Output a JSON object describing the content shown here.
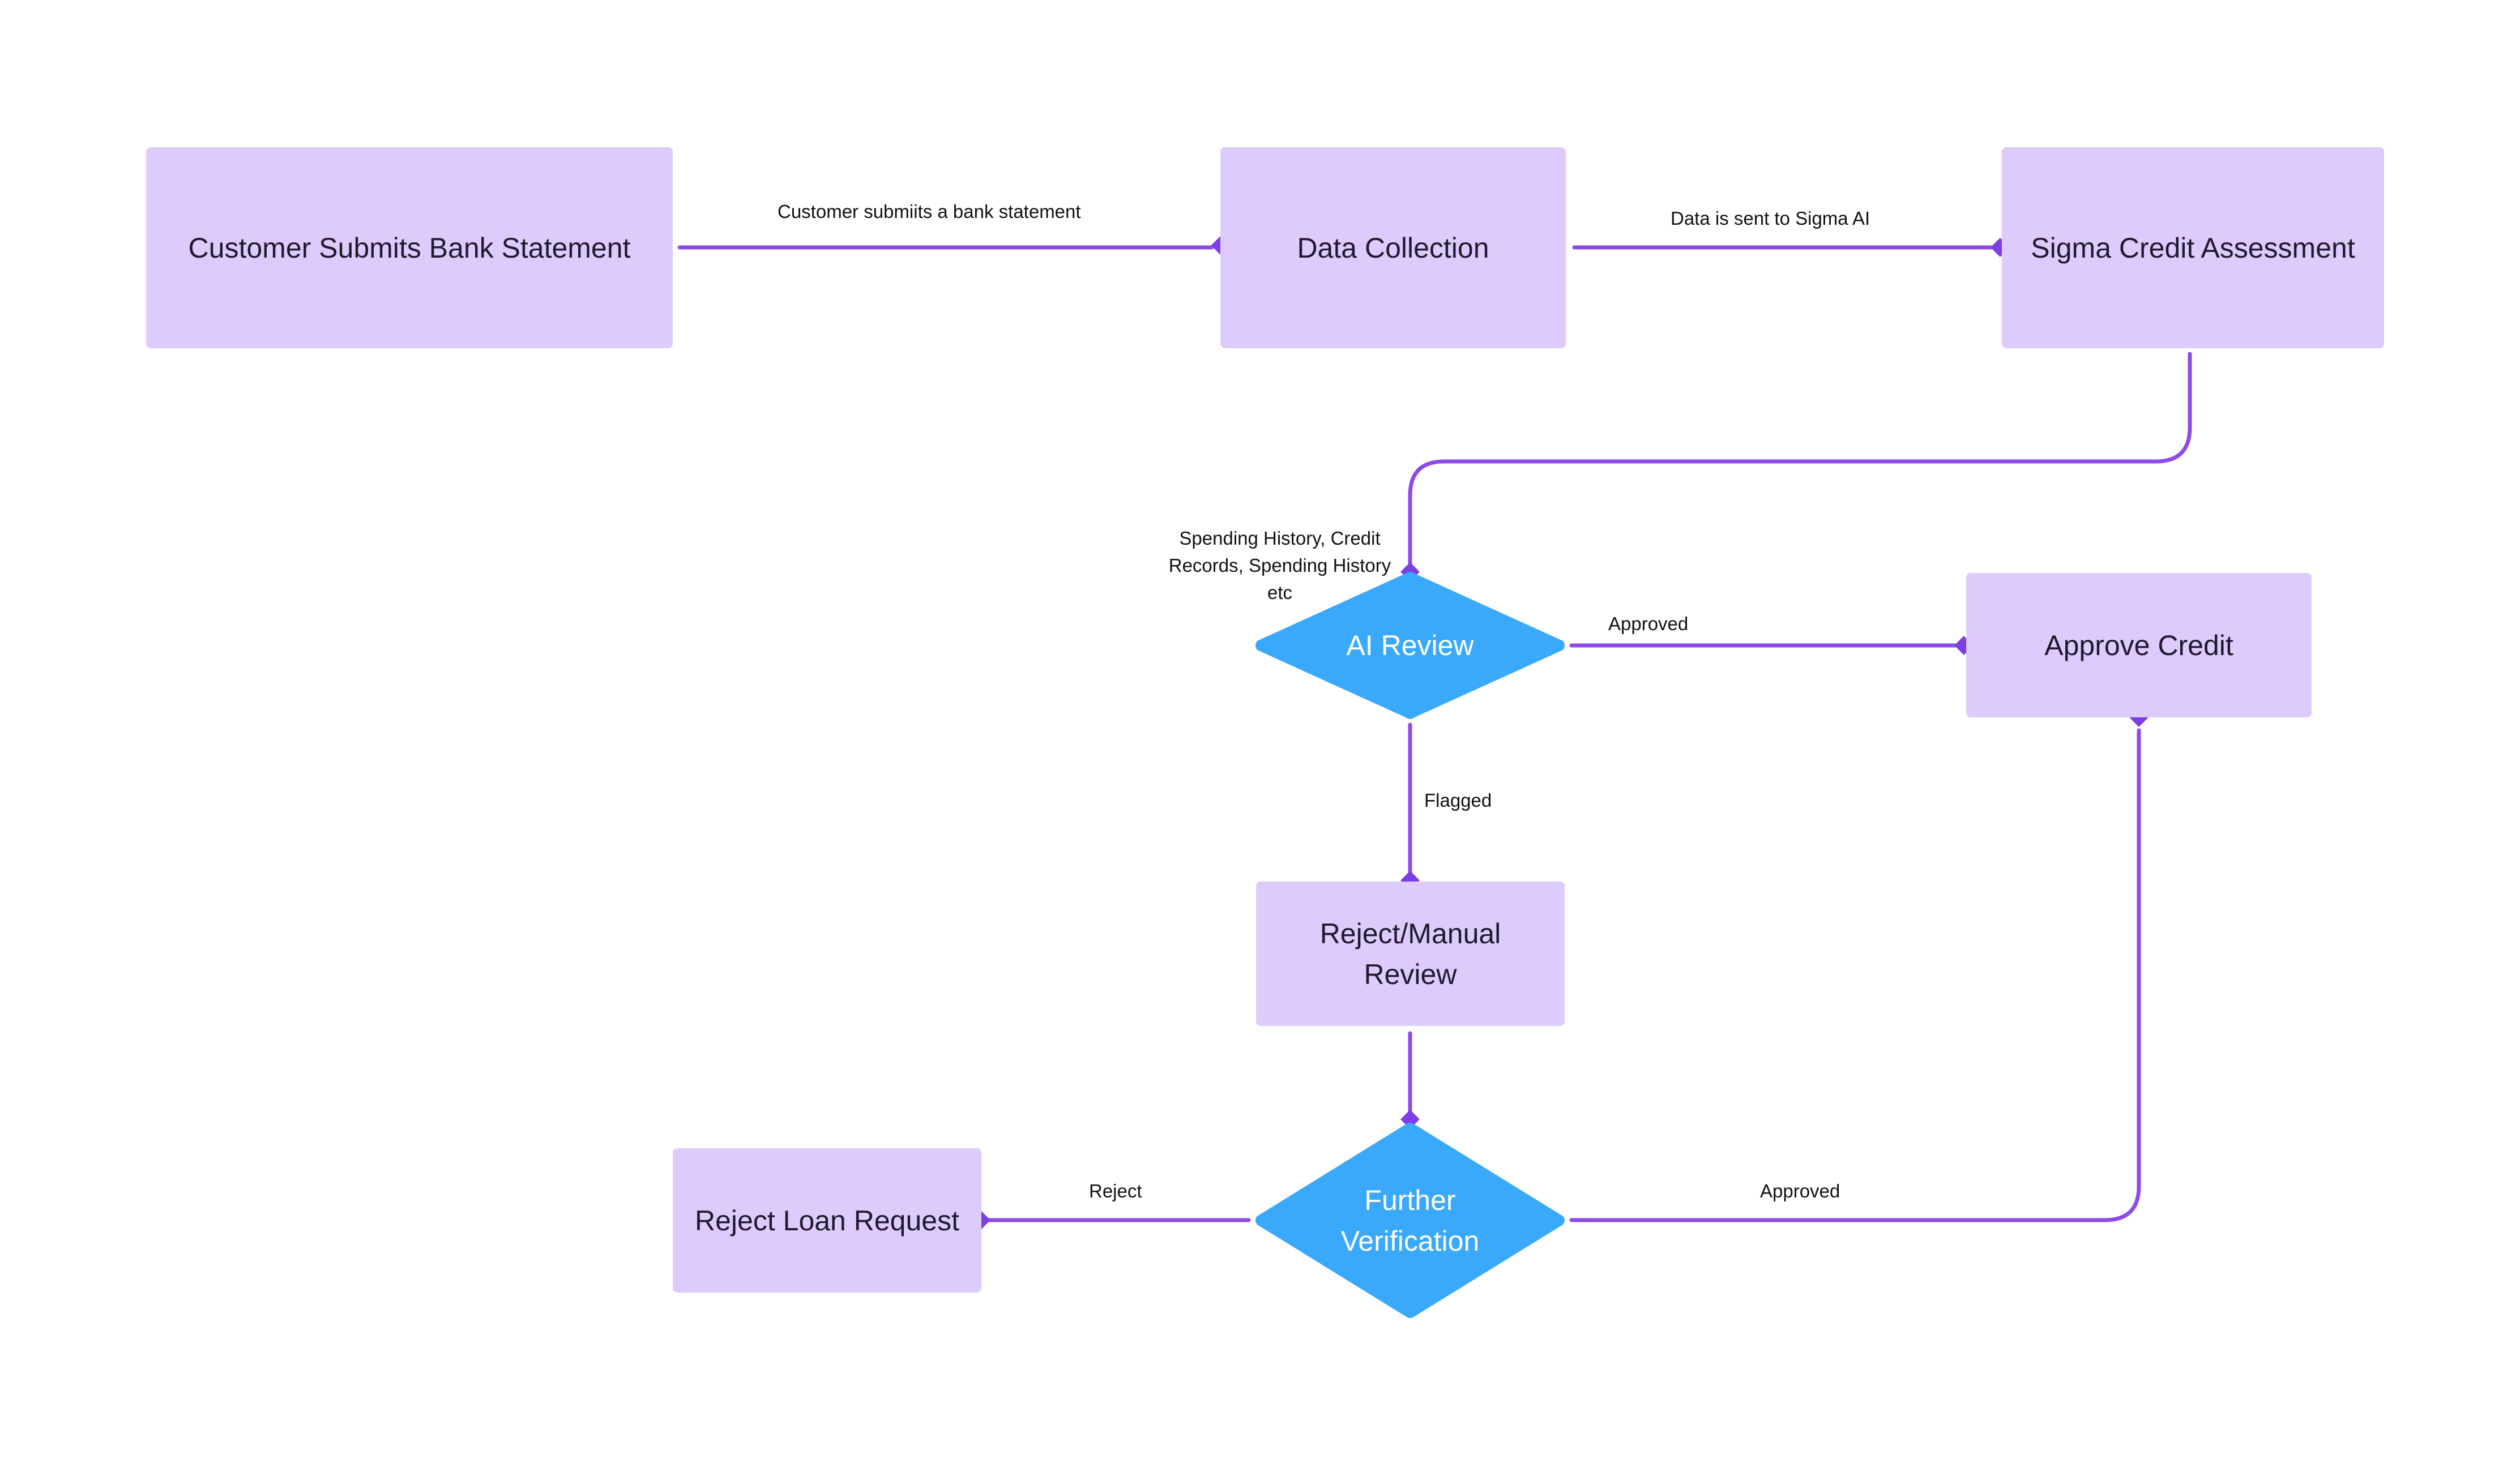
{
  "diagram": {
    "colors": {
      "process_fill": "#dccbfc",
      "decision_fill": "#3aa9fb",
      "connector": "#8e4ae8",
      "endpoint": "#7b3fe4"
    },
    "nodes": {
      "customer_submits": "Customer Submits Bank Statement",
      "data_collection": "Data Collection",
      "sigma_assessment": "Sigma Credit Assessment",
      "ai_review": "AI Review",
      "approve_credit": "Approve Credit",
      "reject_manual_line1": "Reject/Manual",
      "reject_manual_line2": "Review",
      "further_line1": "Further",
      "further_line2": "Verification",
      "reject_loan": "Reject Loan Request"
    },
    "edges": {
      "submit_to_collection": "Customer submiits a bank statement",
      "collection_to_sigma": "Data is sent to Sigma AI",
      "sigma_to_ai_line1": "Spending History, Credit",
      "sigma_to_ai_line2": "Records, Spending History",
      "sigma_to_ai_line3": "etc",
      "ai_to_approve": "Approved",
      "ai_to_manual": "Flagged",
      "further_to_reject": "Reject",
      "further_to_approve": "Approved"
    }
  }
}
